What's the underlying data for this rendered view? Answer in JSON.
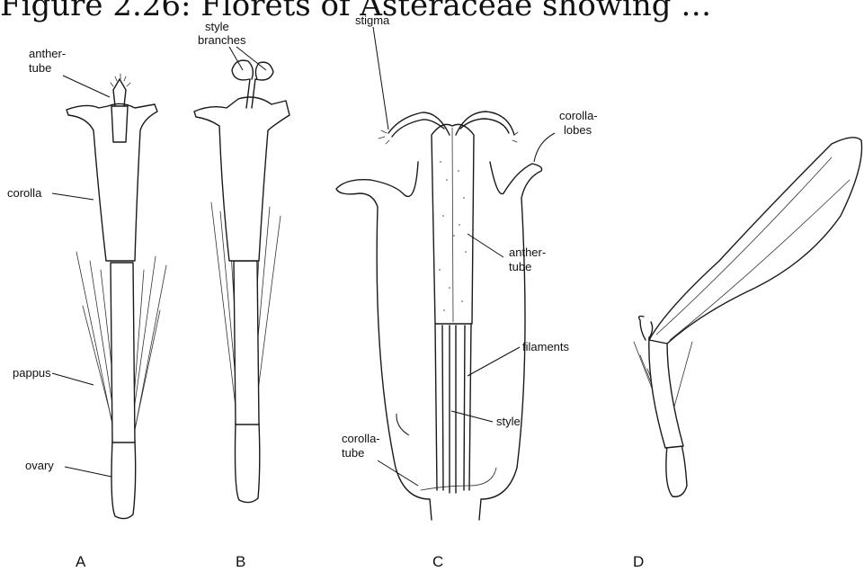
{
  "caption_top": "Figure 2.26: Florets of Asteraceae showing …",
  "panels": {
    "A": "A",
    "B": "B",
    "C": "C",
    "D": "D"
  },
  "labels": {
    "anther_tube_a": [
      "anther-",
      "tube"
    ],
    "corolla": "corolla",
    "pappus": "pappus",
    "ovary": "ovary",
    "style_branches": [
      "style",
      "branches"
    ],
    "stigma": "stigma",
    "corolla_lobes": [
      "corolla-",
      "lobes"
    ],
    "anther_tube_c": [
      "anther-",
      "tube"
    ],
    "filaments": "filaments",
    "style": "style",
    "corolla_tube": [
      "corolla-",
      "tube"
    ]
  }
}
